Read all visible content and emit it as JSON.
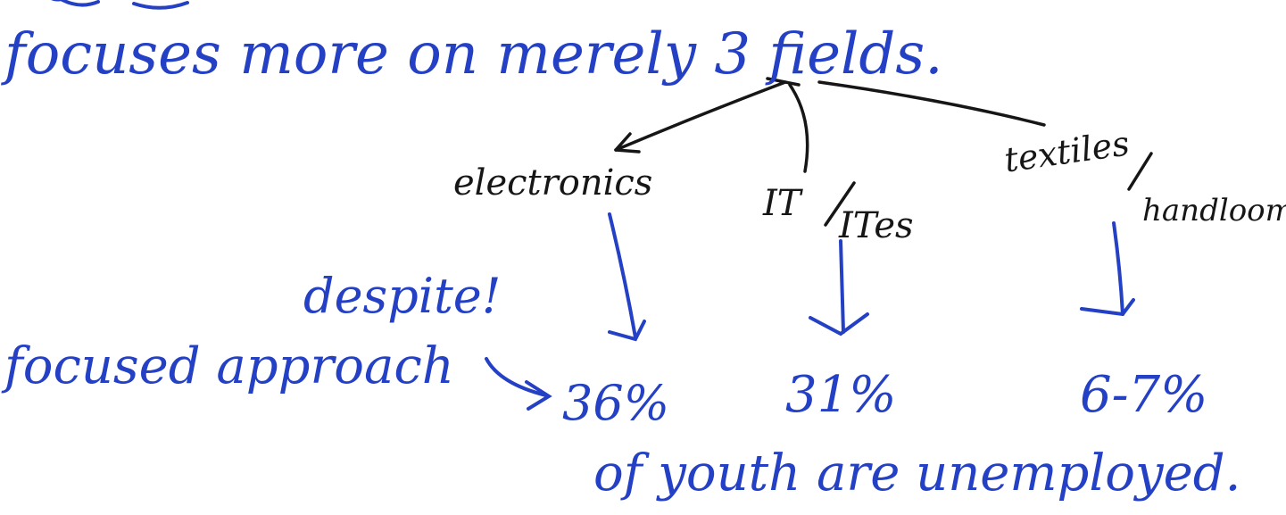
{
  "notes": {
    "heading": "focuses more on merely 3 fields.",
    "fields": {
      "electronics": "electronics",
      "it": "IT",
      "ites": "ITes",
      "textiles": "textiles",
      "handloom": "handloom"
    },
    "despite": "despite!",
    "approach": "focused approach",
    "percentages": [
      "36%",
      "31%",
      "6-7%"
    ],
    "conclusion": "of youth are unemployed."
  },
  "colors": {
    "ink_blue": "#2440c4",
    "ink_black": "#161616"
  }
}
